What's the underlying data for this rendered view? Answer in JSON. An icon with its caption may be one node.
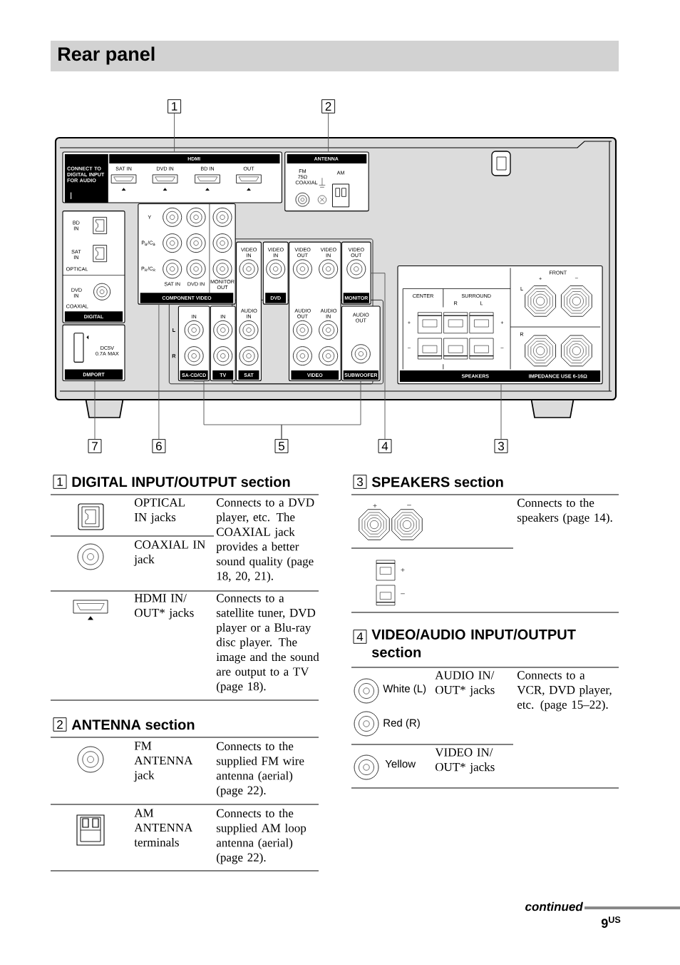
{
  "diagram": {
    "title": "Rear panel",
    "nodes": [
      {
        "text": [
          "1"
        ]
      },
      {
        "text": [
          "2"
        ]
      },
      {
        "text": [
          "HDMI",
          "CONNECT TO DIGITAL INPUT FOR AUDIO",
          "SAT IN",
          "DVD IN",
          "BD IN",
          "OUT"
        ]
      },
      {
        "text": [
          "ANTENNA",
          "FM 75Ω COAXIAL",
          "AM"
        ]
      },
      {
        "text": [
          "BD IN",
          "SAT IN",
          "OPTICAL",
          "DVD IN",
          "COAXIAL",
          "DIGITAL"
        ]
      },
      {
        "text": [
          "Y",
          "P$_{B}$/C$_{B}$",
          "P$_{R}$/C$_{R}$",
          "SAT IN",
          "DVD IN",
          "MONITOR OUT",
          "COMPONENT VIDEO"
        ]
      },
      {
        "text": [
          "VIDEO IN",
          "AUDIO IN",
          "SAT"
        ]
      },
      {
        "text": [
          "VIDEO IN",
          "DVD"
        ]
      },
      {
        "text": [
          "VIDEO OUT",
          "VIDEO IN",
          "AUDIO OUT",
          "AUDIO IN",
          "VIDEO"
        ]
      },
      {
        "text": [
          "VIDEO OUT",
          "MONITOR"
        ]
      },
      {
        "text": [
          "IN",
          "SA-CD/CD"
        ],
        "beside": [
          "L",
          "R"
        ]
      },
      {
        "text": [
          "IN",
          "TV"
        ]
      },
      {
        "text": [
          "AUDIO OUT",
          "SUBWOOFER"
        ]
      },
      {
        "text": [
          "DC5V 0.7A MAX",
          "DMPORT"
        ]
      },
      {
        "text": [
          "FRONT",
          "L",
          "+",
          "–",
          "R",
          "CENTER",
          "SURROUND",
          "R",
          "L",
          "+",
          "+",
          "–",
          "–",
          "SPEAKERS",
          "IMPEDANCE USE 6-16Ω"
        ]
      },
      {
        "text": [
          "7"
        ]
      },
      {
        "text": [
          "6"
        ]
      },
      {
        "text": [
          "5"
        ]
      },
      {
        "text": [
          "4"
        ]
      },
      {
        "text": [
          "3"
        ]
      }
    ],
    "edges": [
      {
        "from": 0,
        "to": 2,
        "arrow": "none"
      },
      {
        "from": 1,
        "to": 3,
        "arrow": "none"
      },
      {
        "from": 15,
        "to": 13,
        "arrow": "none"
      },
      {
        "from": 16,
        "to": 5,
        "arrow": "none"
      },
      {
        "from": 17,
        "to": 10,
        "arrow": "none"
      },
      {
        "from": 17,
        "to": 12,
        "arrow": "none"
      },
      {
        "from": 18,
        "to": 9,
        "arrow": "none"
      },
      {
        "from": 19,
        "to": 14,
        "arrow": "none"
      }
    ],
    "labels": [
      "1",
      "DIGITAL INPUT/OUTPUT section",
      "OPTICAL IN jacks",
      "Connects to a DVD player, etc. The COAXIAL jack provides a better sound quality (page 18, 20, 21).",
      "COAXIAL IN jack",
      "HDMI IN/ OUT* jacks",
      "Connects to a satellite tuner, DVD player or a Blu-ray disc player. The image and the sound are output to a TV (page 18).",
      "2",
      "ANTENNA section",
      "FM ANTENNA jack",
      "Connects to the supplied FM wire antenna (aerial) (page 22).",
      "AM ANTENNA terminals",
      "Connects to the supplied AM loop antenna (aerial) (page 22).",
      "3",
      "SPEAKERS section",
      "+",
      "–",
      "Connects to the speakers (page 14).",
      "+",
      "–",
      "4",
      "VIDEO/AUDIO INPUT/OUTPUT section",
      "White (L)",
      "AUDIO IN/ OUT* jacks",
      "Connects to a VCR, DVD player, etc. (page 15–22).",
      "Red (R)",
      "Yellow",
      "VIDEO IN/ OUT* jacks",
      "continued",
      "9$^{US}$"
    ]
  }
}
